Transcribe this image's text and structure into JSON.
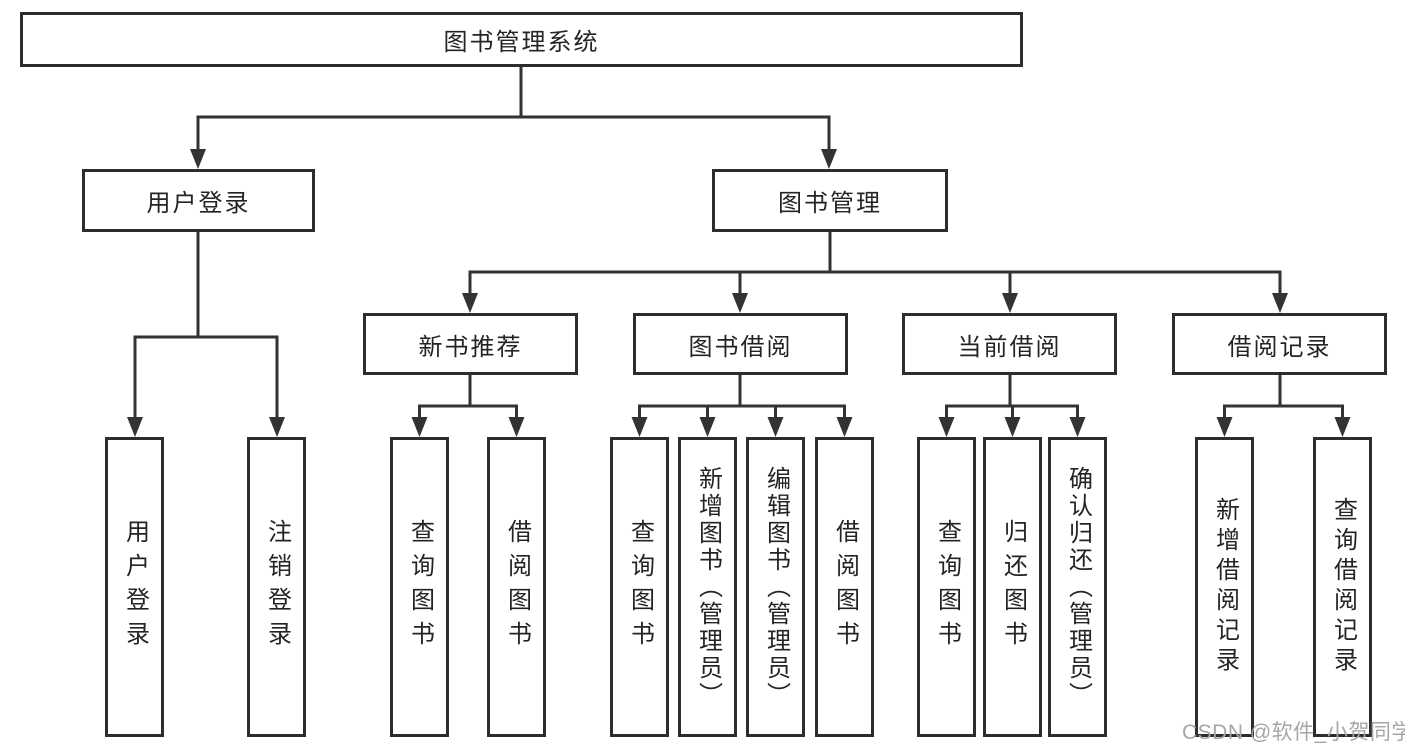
{
  "diagram": {
    "nodes": {
      "root": "图书管理系统",
      "level2": [
        "用户登录",
        "图书管理"
      ],
      "level3": [
        "新书推荐",
        "图书借阅",
        "当前借阅",
        "借阅记录"
      ],
      "leaves_user_login": [
        "用户登录",
        "注销登录"
      ],
      "leaves_new_book": [
        "查询图书",
        "借阅图书"
      ],
      "leaves_book_borrow": [
        "查询图书",
        "新增图书（管理员）",
        "编辑图书（管理员）",
        "借阅图书"
      ],
      "leaves_current_borrow": [
        "查询图书",
        "归还图书",
        "确认归还（管理员）"
      ],
      "leaves_borrow_record": [
        "新增借阅记录",
        "查询借阅记录"
      ]
    },
    "colors": {
      "line": "#333333",
      "box_border": "#2d2d2d",
      "text": "#242424",
      "background": "#ffffff",
      "watermark": "#a6a6a6"
    }
  },
  "watermark": {
    "text": "CSDN @软件_小贺同学"
  }
}
